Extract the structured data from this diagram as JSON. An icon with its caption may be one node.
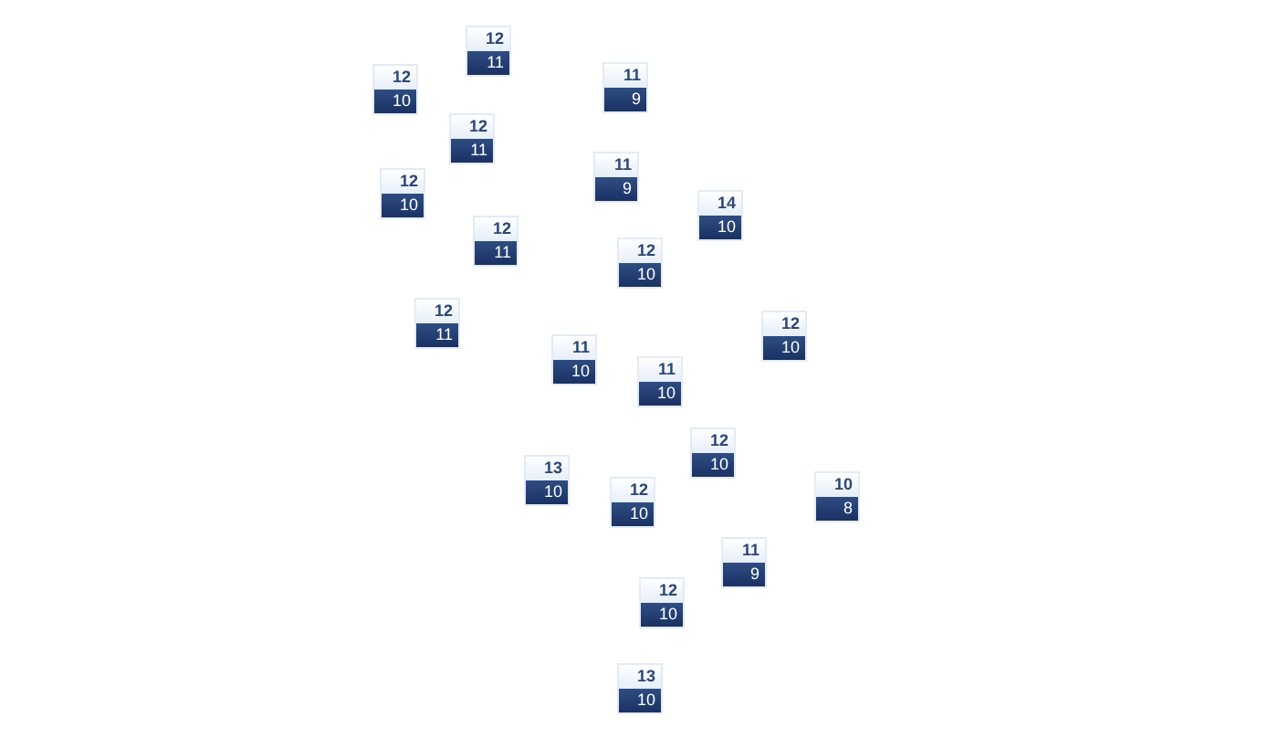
{
  "diagram": {
    "nodes": [
      {
        "text": [
          "12",
          "11"
        ]
      },
      {
        "text": [
          "12",
          "10"
        ]
      },
      {
        "text": [
          "11",
          "9"
        ]
      },
      {
        "text": [
          "12",
          "11"
        ]
      },
      {
        "text": [
          "12",
          "10"
        ]
      },
      {
        "text": [
          "11",
          "9"
        ]
      },
      {
        "text": [
          "14",
          "10"
        ]
      },
      {
        "text": [
          "12",
          "11"
        ]
      },
      {
        "text": [
          "12",
          "10"
        ]
      },
      {
        "text": [
          "12",
          "11"
        ]
      },
      {
        "text": [
          "12",
          "10"
        ]
      },
      {
        "text": [
          "11",
          "10"
        ]
      },
      {
        "text": [
          "11",
          "10"
        ]
      },
      {
        "text": [
          "12",
          "10"
        ]
      },
      {
        "text": [
          "13",
          "10"
        ]
      },
      {
        "text": [
          "12",
          "10"
        ]
      },
      {
        "text": [
          "10",
          "8"
        ]
      },
      {
        "text": [
          "11",
          "9"
        ]
      },
      {
        "text": [
          "12",
          "10"
        ]
      },
      {
        "text": [
          "13",
          "10"
        ]
      }
    ]
  }
}
